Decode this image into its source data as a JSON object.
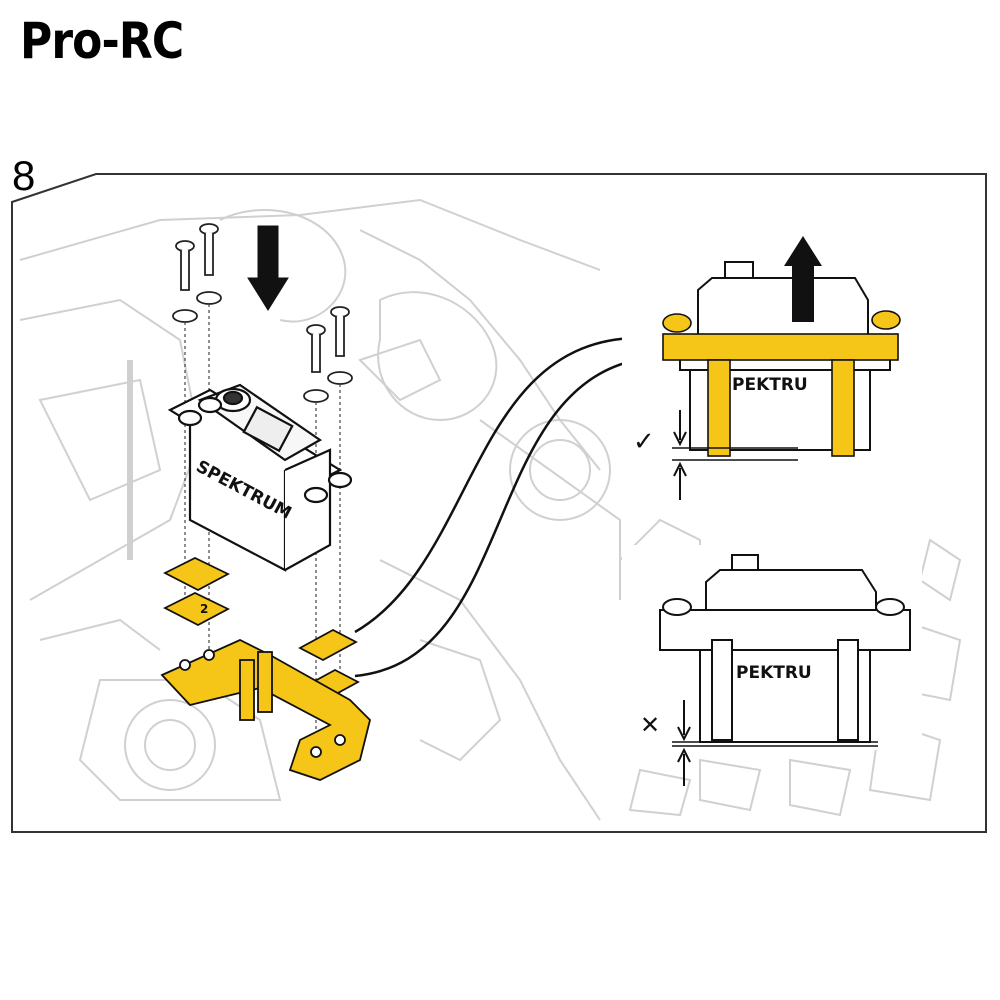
{
  "header": {
    "brand": "Pro-RC"
  },
  "step": {
    "number": "8"
  },
  "diagram": {
    "servo_label": "SPEKTRUM",
    "detail_label_top": "PEKTRU",
    "detail_label_bottom": "PEKTRU",
    "spacer_label": "2",
    "correct_mark": "✓",
    "wrong_mark": "✕"
  },
  "colors": {
    "spacer": "#f5c518",
    "line": "#000000",
    "background_sketch": "#cfcfcf"
  },
  "icons": [
    "arrow-down-icon",
    "arrow-up-icon",
    "check-icon",
    "cross-icon"
  ]
}
